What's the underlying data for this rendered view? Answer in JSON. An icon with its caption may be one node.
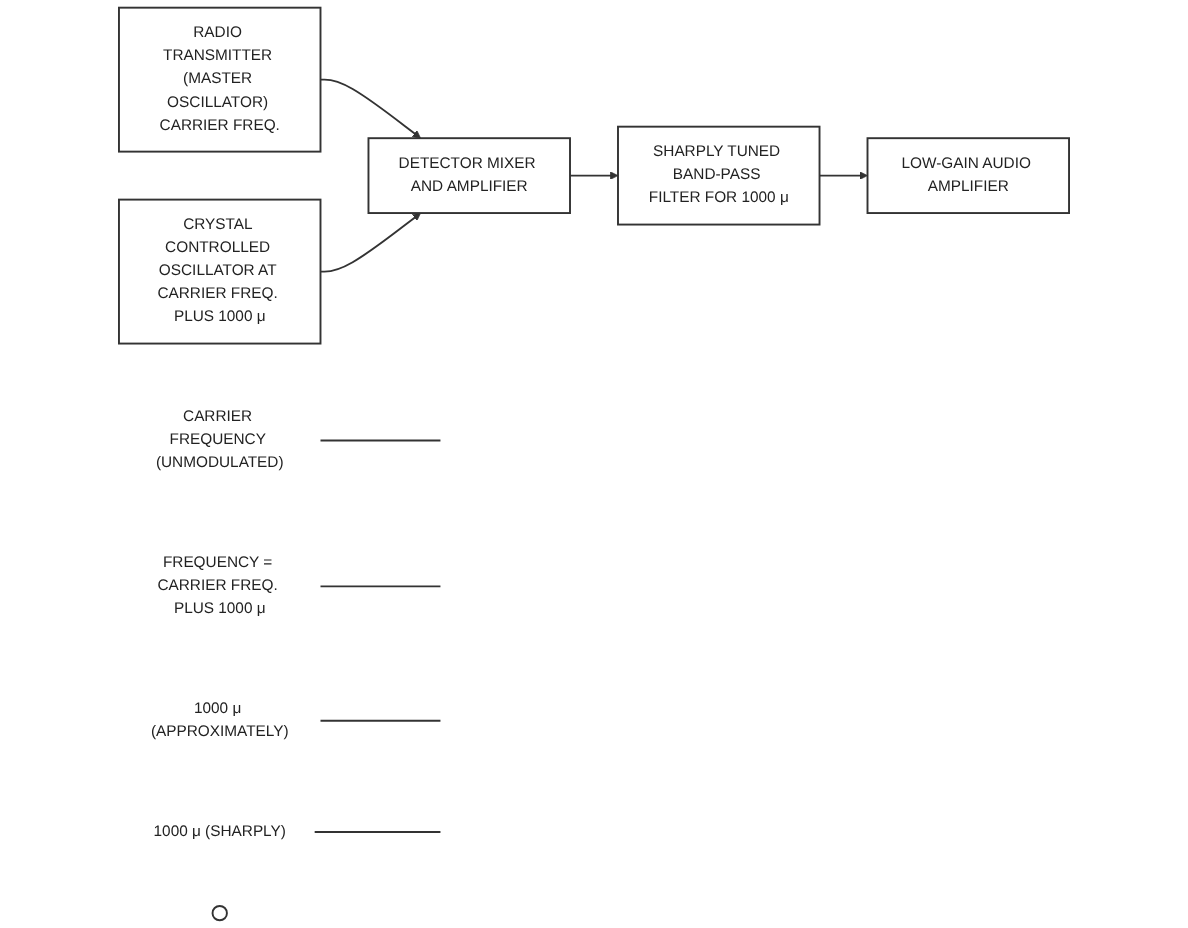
{
  "diagram": {
    "nodes": [
      {
        "text": [
          "RADIO TRANSMITTER (MASTER OSCILLATOR) CARRIER FREQ."
        ]
      },
      {
        "text": [
          "CRYSTAL CONTROLLED OSCILLATOR AT CARRIER FREQ. PLUS 1000 μ"
        ]
      },
      {
        "text": [
          "DETECTOR MIXER AND AMPLIFIER"
        ]
      },
      {
        "text": [
          "SHARPLY TUNED BAND-PASS FILTER FOR 1000 μ"
        ]
      },
      {
        "text": [
          "LOW-GAIN AUDIO AMPLIFIER"
        ]
      },
      {
        "text": [
          "CARRIER FREQUENCY (UNMODULATED)"
        ]
      },
      {
        "text": [
          "FREQUENCY = CARRIER FREQ. PLUS 1000 μ"
        ]
      },
      {
        "text": [
          "1000 μ (APPROXIMATELY)"
        ]
      },
      {
        "text": [
          "1000 μ (SHARPLY)"
        ]
      },
      {
        "text": [],
        "shape": "circle"
      }
    ],
    "edges": [
      {
        "from": 0,
        "to": 2,
        "arrow": "to"
      },
      {
        "from": 1,
        "to": 2,
        "arrow": "to"
      },
      {
        "from": 2,
        "to": 3,
        "arrow": "to"
      },
      {
        "from": 3,
        "to": 4,
        "arrow": "to"
      },
      {
        "from": 5,
        "to": null,
        "arrow": "none"
      },
      {
        "from": 6,
        "to": null,
        "arrow": "none"
      },
      {
        "from": 7,
        "to": null,
        "arrow": "none"
      },
      {
        "from": 8,
        "to": null,
        "arrow": "none"
      }
    ]
  }
}
